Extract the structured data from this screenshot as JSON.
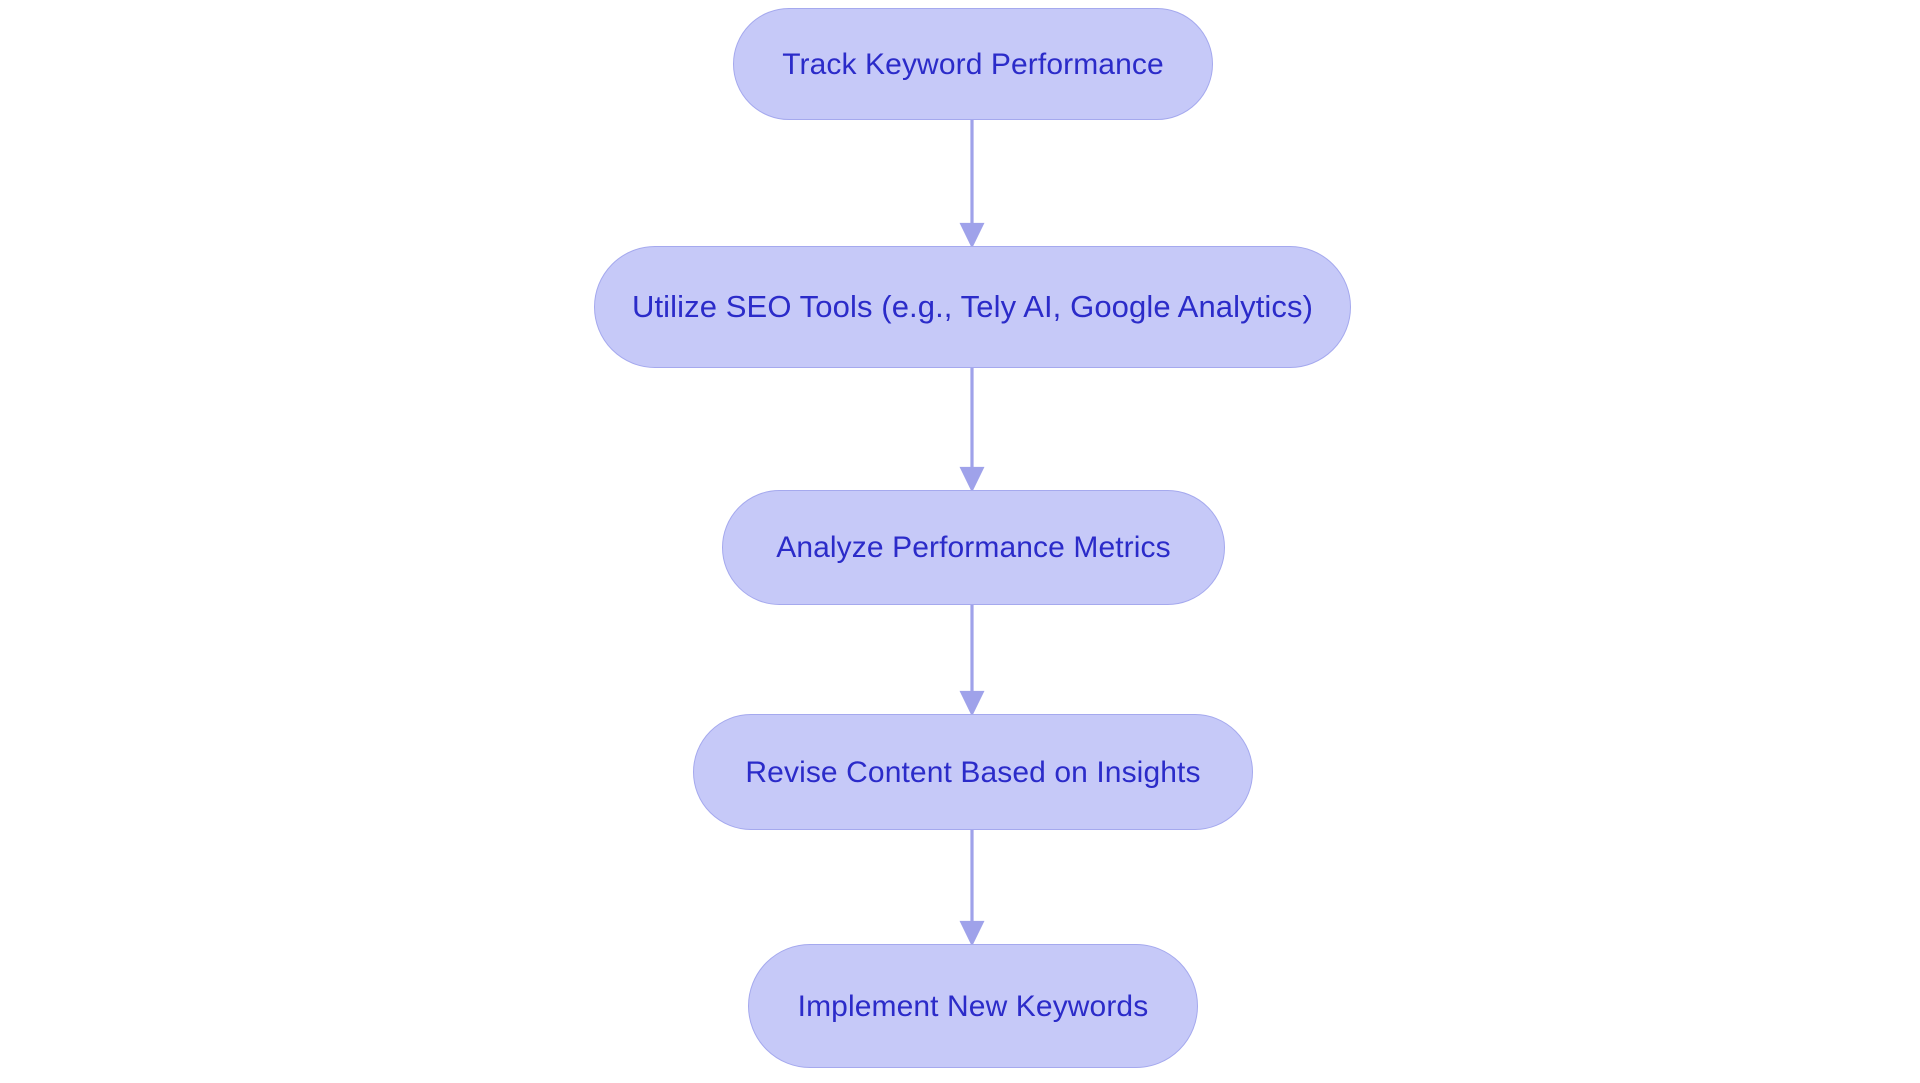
{
  "diagram": {
    "type": "flowchart",
    "orientation": "top-to-bottom",
    "title": "",
    "background_color": "#ffffff",
    "node_fill_color": "#c6c9f8",
    "node_border_color": "#a5a9ee",
    "node_text_color": "#2b2bc9",
    "edge_color": "#9fa2ea",
    "node_shape": "stadium",
    "nodes": [
      {
        "id": "n1",
        "label": "Track Keyword Performance"
      },
      {
        "id": "n2",
        "label": "Utilize SEO Tools (e.g., Tely AI, Google Analytics)"
      },
      {
        "id": "n3",
        "label": "Analyze Performance Metrics"
      },
      {
        "id": "n4",
        "label": "Revise Content Based on Insights"
      },
      {
        "id": "n5",
        "label": "Implement New Keywords"
      }
    ],
    "edges": [
      {
        "id": "e1",
        "from": "n1",
        "to": "n2",
        "label": "",
        "arrowhead": "triangle"
      },
      {
        "id": "e2",
        "from": "n2",
        "to": "n3",
        "label": "",
        "arrowhead": "triangle"
      },
      {
        "id": "e3",
        "from": "n3",
        "to": "n4",
        "label": "",
        "arrowhead": "triangle"
      },
      {
        "id": "e4",
        "from": "n4",
        "to": "n5",
        "label": "",
        "arrowhead": "triangle"
      }
    ]
  }
}
